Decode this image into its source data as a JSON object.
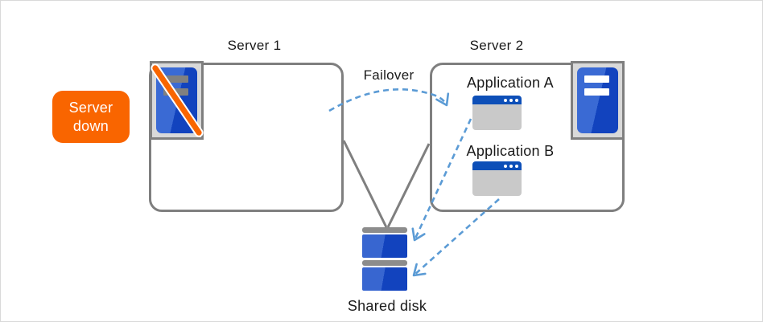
{
  "badge": {
    "lines": [
      "Server",
      "down"
    ]
  },
  "servers": [
    {
      "label": "Server 1"
    },
    {
      "label": "Server 2"
    }
  ],
  "failover_label": "Failover",
  "applications": [
    {
      "label": "Application A"
    },
    {
      "label": "Application B"
    }
  ],
  "shared_disk_label": "Shared disk",
  "icons": {
    "server1": "server-tower-crossed-out-icon",
    "server2": "server-tower-icon",
    "applications": "app-window-icon",
    "shared_disk": "stacked-disk-icon"
  },
  "colors": {
    "accent_orange": "#f96500",
    "box_border_gray": "#7f7f7f",
    "arrow_blue": "#5b9bd5",
    "server_blue_light": "#3a6ad4",
    "server_blue_dark": "#1243be",
    "window_titlebar_blue": "#0d4fb8",
    "window_body_gray": "#c9c9c9",
    "icon_bg_gray": "#d9d9d9",
    "disk_cap_gray": "#8c8c8c"
  }
}
